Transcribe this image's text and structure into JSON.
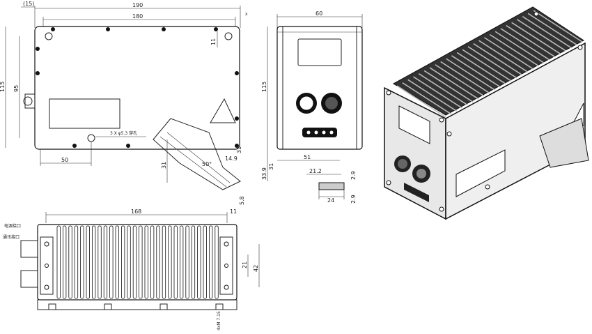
{
  "front_view": {
    "dim_15": "(15)",
    "dim_190": "190",
    "dim_180": "180",
    "dim_x": "x",
    "dim_11": "11",
    "dim_115": "115",
    "dim_95": "95",
    "dim_50": "50",
    "dim_31": "31",
    "dim_50deg": "50°",
    "dim_14_9": "14.9",
    "dim_31b": "31",
    "dim_5_8": "5.8",
    "hole_note": "3 X φ5.3 穿孔"
  },
  "side_view": {
    "dim_60": "60",
    "dim_115": "115",
    "dim_33_9": "33.9",
    "dim_31": "31",
    "dim_51": "51",
    "dim_21_2": "21.2",
    "dim_2_9": "2.9",
    "dim_24": "24",
    "dim_2_9b": "2.9"
  },
  "top_view": {
    "dim_168": "168",
    "dim_11": "11",
    "dim_21": "21",
    "dim_42": "42",
    "dim_4m": "4xM 7.15",
    "label_a": "电源接口",
    "label_b": "通讯接口"
  }
}
